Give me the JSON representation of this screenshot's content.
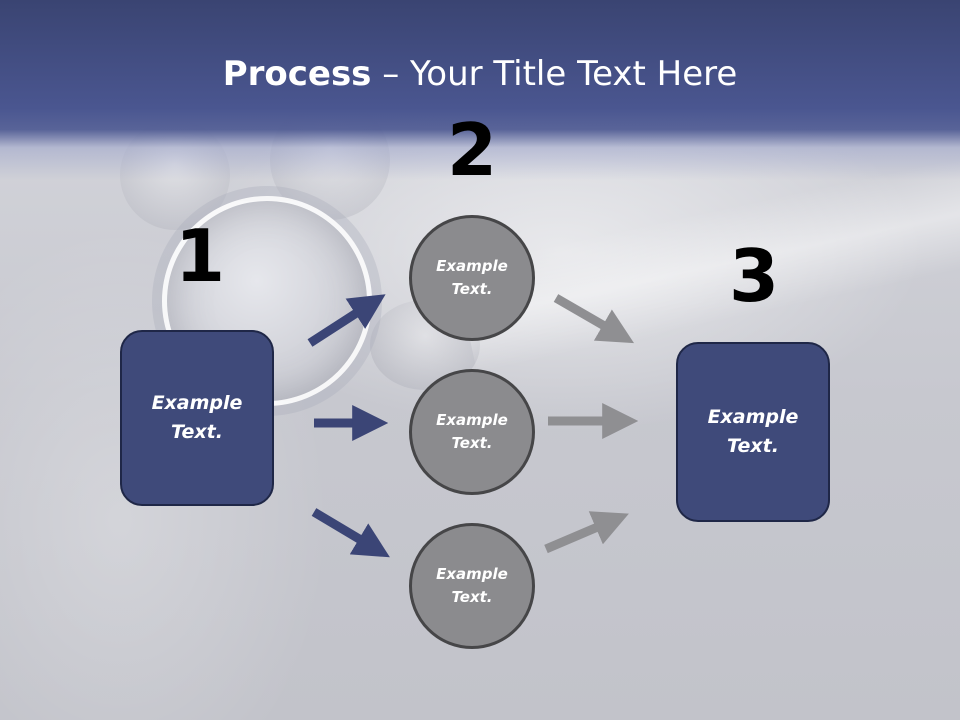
{
  "slide": {
    "title_bold": "Process",
    "title_rest": " – Your Title Text Here"
  },
  "steps": {
    "step1": {
      "number": "1",
      "text": "Example Text."
    },
    "step2": {
      "number": "2",
      "items": [
        "Example Text.",
        "Example Text.",
        "Example Text."
      ]
    },
    "step3": {
      "number": "3",
      "text": "Example Text."
    }
  },
  "colors": {
    "header": "#3a4472",
    "box_fill": "#3f4a7a",
    "circle_fill": "#8b8b8e",
    "arrow_blue": "#3b4576",
    "arrow_gray": "#8f8f92"
  }
}
